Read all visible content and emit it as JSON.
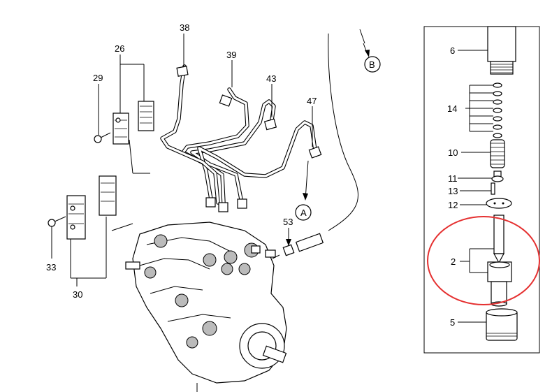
{
  "callouts": {
    "c26": "26",
    "c29": "29",
    "c39": "39",
    "c43": "43",
    "c47": "47",
    "c53": "53",
    "c33": "33",
    "c30": "30",
    "cB": "B",
    "cA": "A",
    "c6": "6",
    "c14": "14",
    "c10": "10",
    "c11": "11",
    "c13": "13",
    "c12": "12",
    "c2": "2",
    "c5": "5",
    "top_cut": "38"
  },
  "highlight_color": "#e53030"
}
